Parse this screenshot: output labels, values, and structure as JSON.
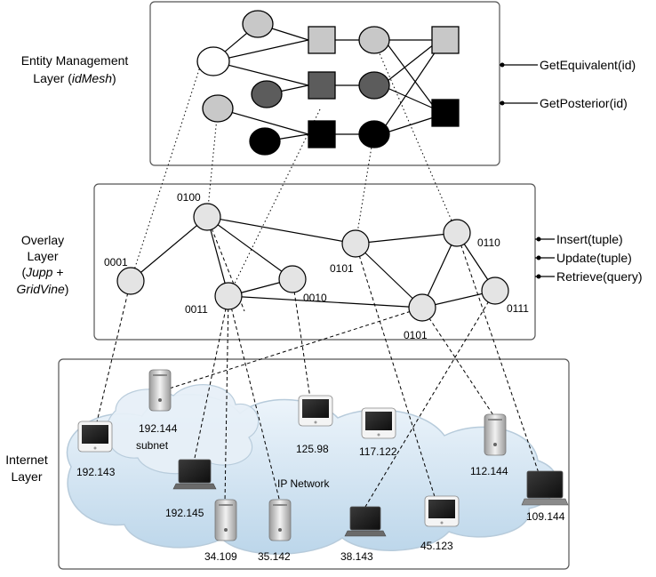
{
  "layers": {
    "entity": {
      "line1": "Entity Management",
      "line2_prefix": "Layer (",
      "line2_em": "idMesh",
      "line2_suffix": ")"
    },
    "overlay": {
      "line1": "Overlay",
      "line2": "Layer",
      "line3_prefix": "(",
      "line3_em": "Jupp",
      "line3_suffix": " +",
      "line4_em": "GridVine",
      "line4_suffix": ")"
    },
    "internet": {
      "line1": "Internet",
      "line2": "Layer"
    }
  },
  "entity_api": [
    "GetEquivalent(id)",
    "GetPosterior(id)"
  ],
  "overlay_api": [
    "Insert(tuple)",
    "Update(tuple)",
    "Retrieve(query)"
  ],
  "overlay_nodes": [
    "0001",
    "0100",
    "0011",
    "0010",
    "0101",
    "0101",
    "0110",
    "0111"
  ],
  "hosts": [
    "192.144",
    "192.143",
    "192.145",
    "125.98",
    "117.122",
    "112.144",
    "109.144",
    "34.109",
    "35.142",
    "38.143",
    "45.123"
  ],
  "network_labels": {
    "subnet": "subnet",
    "ip": "IP Network"
  },
  "colors": {
    "light": "#c8c8c8",
    "mid": "#5c5c5c",
    "dark": "#000000",
    "cloud": "#d4e6f2",
    "node": "#e4e4e4"
  }
}
